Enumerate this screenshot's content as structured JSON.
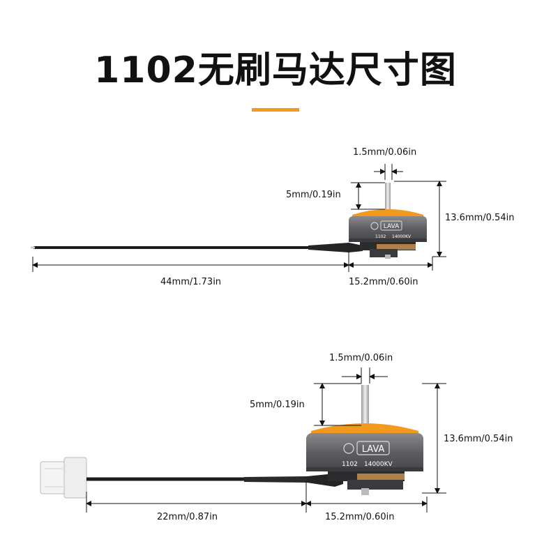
{
  "title": "1102无刷马达尺寸图",
  "colors": {
    "accent": "#f39a1e",
    "motor_body": "#6b6b6f",
    "wire": "#1c1c1c",
    "dimension_line": "#111111"
  },
  "diagram1": {
    "shaft_diameter": "1.5mm/0.06in",
    "shaft_length": "5mm/0.19in",
    "motor_height": "13.6mm/0.54in",
    "wire_length": "44mm/1.73in",
    "motor_diameter": "15.2mm/0.60in",
    "brand": "LAVA",
    "model": "1102",
    "kv": "14000KV"
  },
  "diagram2": {
    "shaft_diameter": "1.5mm/0.06in",
    "shaft_length": "5mm/0.19in",
    "motor_height": "13.6mm/0.54in",
    "wire_length": "22mm/0.87in",
    "motor_diameter": "15.2mm/0.60in",
    "brand": "LAVA",
    "model": "1102",
    "kv": "14000KV"
  }
}
